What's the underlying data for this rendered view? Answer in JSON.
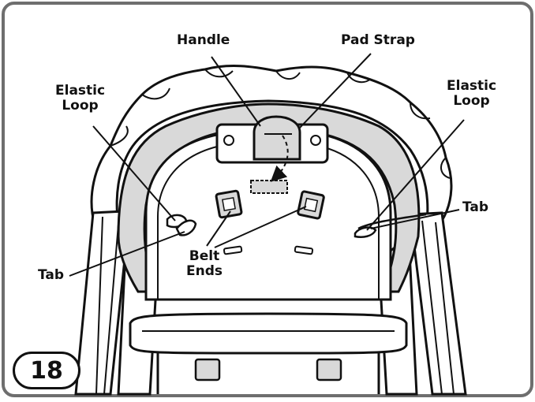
{
  "step_number": "18",
  "labels": {
    "handle": "Handle",
    "pad_strap": "Pad Strap",
    "elastic_loop_left": [
      "Elastic",
      "Loop"
    ],
    "elastic_loop_right": [
      "Elastic",
      "Loop"
    ],
    "tab_left": "Tab",
    "tab_right": "Tab",
    "belt_ends": [
      "Belt",
      "Ends"
    ]
  },
  "colors": {
    "line": "#111111",
    "pad_fill": "#d9d9d9",
    "frame_border": "#6e6e6e"
  }
}
